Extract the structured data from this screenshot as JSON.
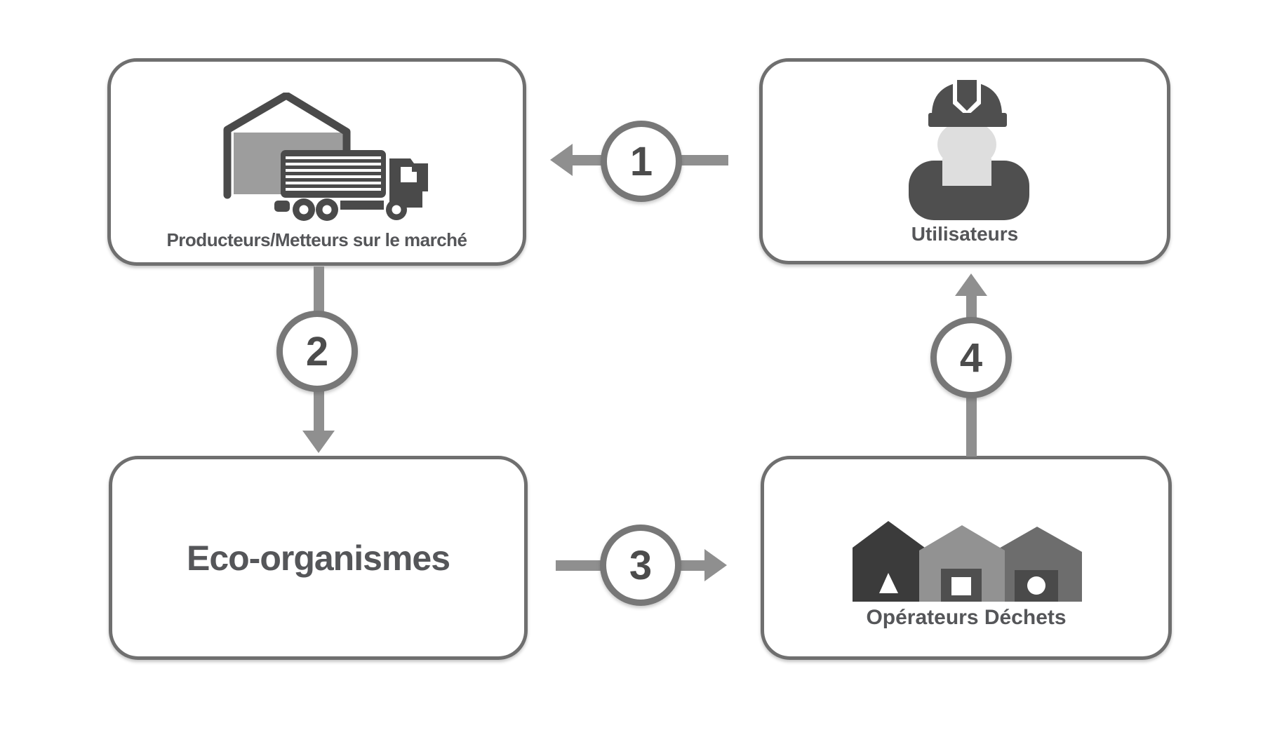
{
  "diagram": {
    "type": "flow-diagram",
    "nodes": [
      {
        "id": "producteurs",
        "label": "Producteurs/Metteurs sur le marché",
        "icon": "warehouse-truck-icon"
      },
      {
        "id": "utilisateurs",
        "label": "Utilisateurs",
        "icon": "construction-worker-icon"
      },
      {
        "id": "eco-organismes",
        "label": "Eco-organismes",
        "icon": null
      },
      {
        "id": "operateurs-dechets",
        "label": "Opérateurs Déchets",
        "icon": "houses-icon"
      }
    ],
    "flows": [
      {
        "number": "1",
        "from": "utilisateurs",
        "to": "producteurs",
        "direction": "left"
      },
      {
        "number": "2",
        "from": "producteurs",
        "to": "eco-organismes",
        "direction": "down"
      },
      {
        "number": "3",
        "from": "eco-organismes",
        "to": "operateurs-dechets",
        "direction": "right"
      },
      {
        "number": "4",
        "from": "operateurs-dechets",
        "to": "utilisateurs",
        "direction": "up"
      }
    ],
    "colors": {
      "background": "#ffffff",
      "box_border": "#6f6f6f",
      "arrow": "#8f8f8f",
      "badge_ring": "#777777",
      "badge_number": "#4c4c4c",
      "label_text": "#555659",
      "icon_dark": "#4f4f4f",
      "icon_mid_grey": "#9d9d9d",
      "icon_light_grey": "#dedede",
      "house_dark": "#3b3b3b",
      "house_light": "#929292",
      "house_mid": "#6d6d6d"
    }
  }
}
